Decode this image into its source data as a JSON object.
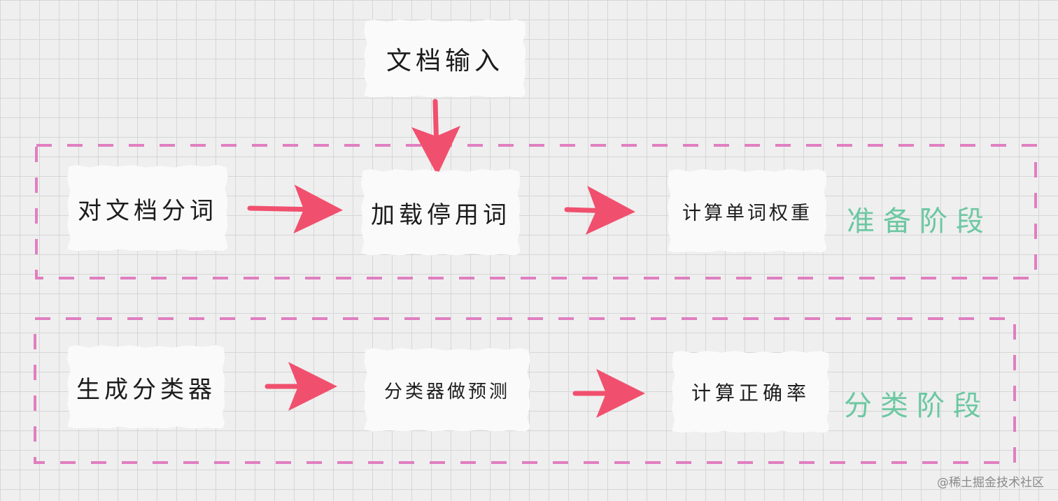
{
  "nodes": {
    "input": "文档输入",
    "tokenize": "对文档分词",
    "stopwords": "加载停用词",
    "weights": "计算单词权重",
    "classifier": "生成分类器",
    "predict": "分类器做预测",
    "accuracy": "计算正确率"
  },
  "stages": {
    "prepare": "准备阶段",
    "classify": "分类阶段"
  },
  "watermark": "@稀土掘金技术社区",
  "colors": {
    "arrow": "#f0506e",
    "dashed_border": "#e07fc0",
    "stage_label": "#6cc8a2",
    "note_bg": "#fbfafa"
  }
}
